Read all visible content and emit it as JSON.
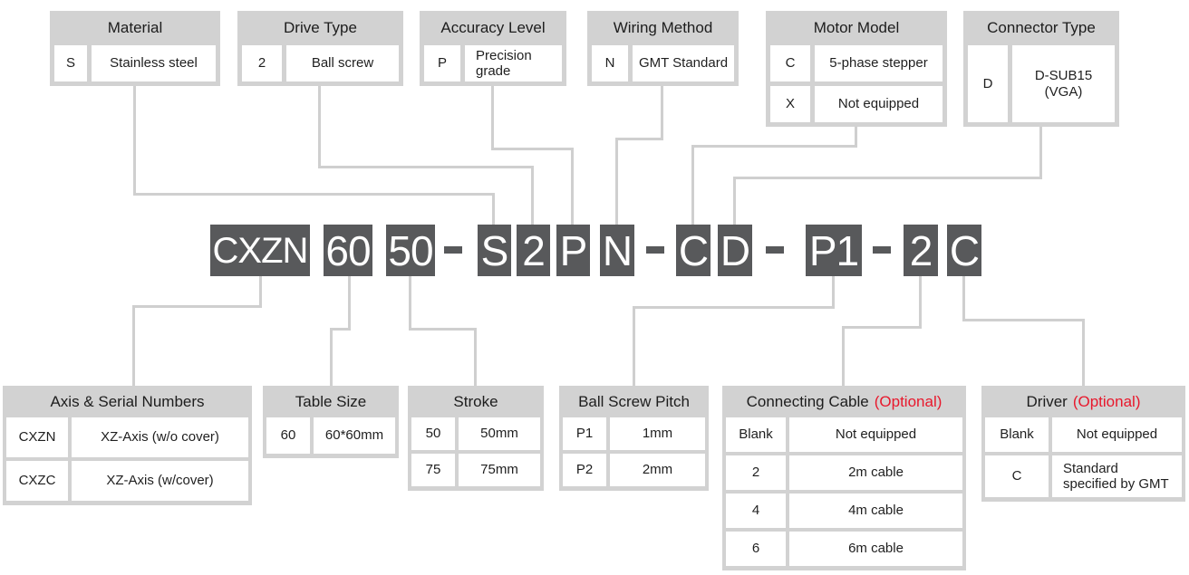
{
  "palette": {
    "code_block_bg": "#58595b",
    "code_block_text": "#ffffff",
    "legend_box_bg": "#d2d2d2",
    "cell_bg": "#ffffff",
    "connector_line": "#cfcfcf",
    "text": "#1f1f1f",
    "optional_red": "#e8182c"
  },
  "code_row": {
    "blocks": [
      {
        "label": "CXZN"
      },
      {
        "label": "60"
      },
      {
        "label": "50"
      },
      {
        "label": "S"
      },
      {
        "label": "2"
      },
      {
        "label": "P"
      },
      {
        "label": "N"
      },
      {
        "label": "C"
      },
      {
        "label": "D"
      },
      {
        "label": "P1"
      },
      {
        "label": "2"
      },
      {
        "label": "C"
      }
    ],
    "separator": "-"
  },
  "top_boxes": [
    {
      "title": "Material",
      "rows": [
        {
          "code": "S",
          "desc": "Stainless steel"
        }
      ]
    },
    {
      "title": "Drive Type",
      "rows": [
        {
          "code": "2",
          "desc": "Ball screw"
        }
      ]
    },
    {
      "title": "Accuracy Level",
      "rows": [
        {
          "code": "P",
          "desc": "Precision grade"
        }
      ]
    },
    {
      "title": "Wiring Method",
      "rows": [
        {
          "code": "N",
          "desc": "GMT Standard"
        }
      ]
    },
    {
      "title": "Motor Model",
      "rows": [
        {
          "code": "C",
          "desc": "5-phase stepper"
        },
        {
          "code": "X",
          "desc": "Not equipped"
        }
      ]
    },
    {
      "title": "Connector Type",
      "rows": [
        {
          "code": "D",
          "desc": "D-SUB15 (VGA)"
        }
      ]
    }
  ],
  "bottom_boxes": [
    {
      "title": "Axis & Serial Numbers",
      "rows": [
        {
          "code": "CXZN",
          "desc": "XZ-Axis (w/o cover)"
        },
        {
          "code": "CXZC",
          "desc": "XZ-Axis (w/cover)"
        }
      ]
    },
    {
      "title": "Table Size",
      "rows": [
        {
          "code": "60",
          "desc": "60*60mm"
        }
      ]
    },
    {
      "title": "Stroke",
      "rows": [
        {
          "code": "50",
          "desc": "50mm"
        },
        {
          "code": "75",
          "desc": "75mm"
        }
      ]
    },
    {
      "title": "Ball Screw Pitch",
      "rows": [
        {
          "code": "P1",
          "desc": "1mm"
        },
        {
          "code": "P2",
          "desc": "2mm"
        }
      ]
    },
    {
      "title": "Connecting Cable",
      "title_optional": "(Optional)",
      "rows": [
        {
          "code": "Blank",
          "desc": "Not equipped"
        },
        {
          "code": "2",
          "desc": "2m cable"
        },
        {
          "code": "4",
          "desc": "4m cable"
        },
        {
          "code": "6",
          "desc": "6m cable"
        }
      ]
    },
    {
      "title": "Driver",
      "title_optional": "(Optional)",
      "rows": [
        {
          "code": "Blank",
          "desc": "Not equipped"
        },
        {
          "code": "C",
          "desc": "Standard specified by GMT"
        }
      ]
    }
  ]
}
